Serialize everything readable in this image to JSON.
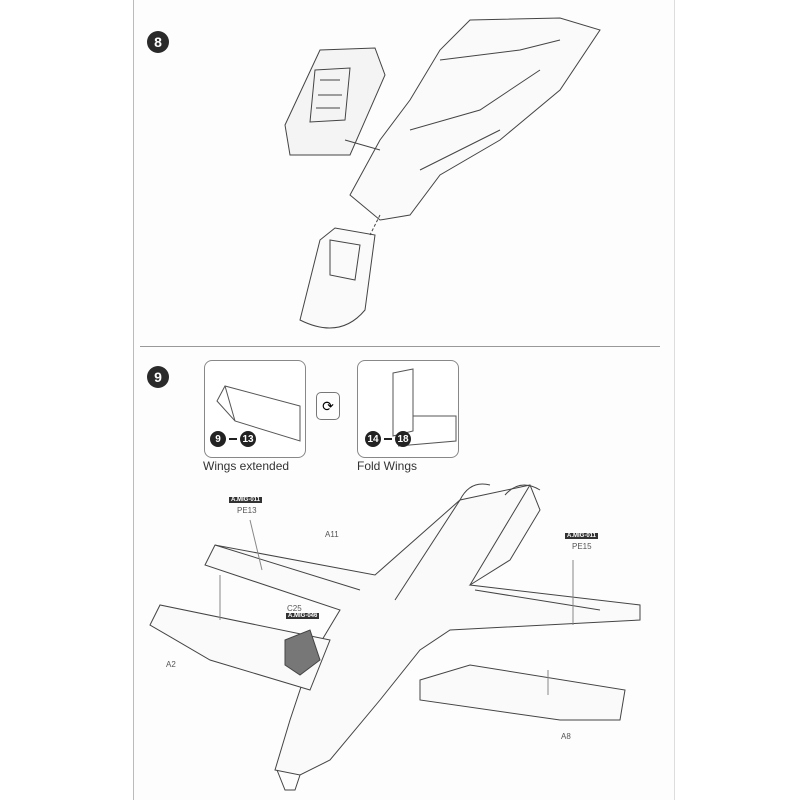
{
  "steps": [
    {
      "number": "8"
    },
    {
      "number": "9"
    }
  ],
  "options": [
    {
      "range_start": "9",
      "range_end": "13",
      "caption": "Wings extended"
    },
    {
      "range_start": "14",
      "range_end": "18",
      "caption": "Fold Wings"
    }
  ],
  "swap_icon": "rotate-arrows-icon",
  "callouts": {
    "pe13_paint": "A.MIG-011",
    "pe13": "PE13",
    "pe15_paint": "A.MIG-011",
    "pe15": "PE15",
    "a11": "A11",
    "c25": "C25",
    "c25_paint": "A.MIG-046",
    "a2": "A2",
    "a8": "A8"
  }
}
